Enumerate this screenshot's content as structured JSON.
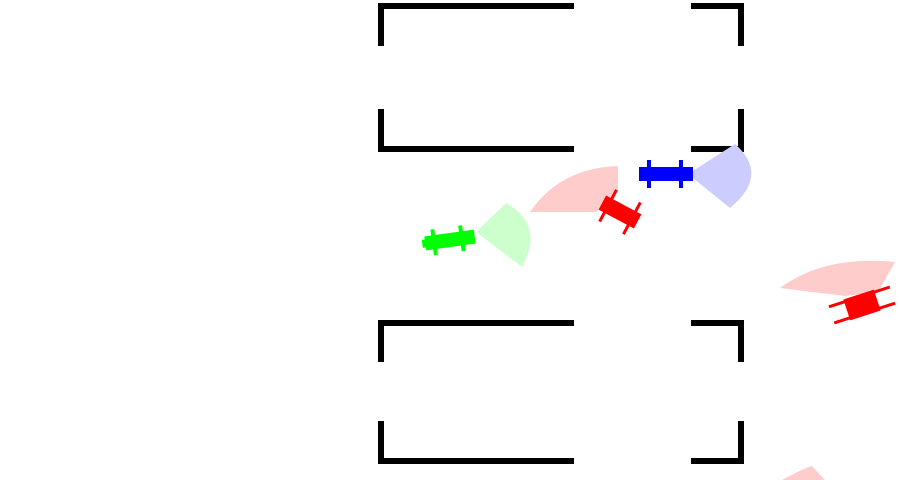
{
  "scene": {
    "background_color": "#ffffff",
    "wall_color": "#000000"
  },
  "vehicles": [
    {
      "id": "green-car",
      "role": "player",
      "color": "#00ff00",
      "sensor_color": "#ccffcc",
      "icon": "car-icon"
    },
    {
      "id": "blue-car",
      "role": "ai",
      "color": "#0000ff",
      "sensor_color": "#ccccff",
      "icon": "car-icon"
    },
    {
      "id": "red-car-1",
      "role": "ai",
      "color": "#ff0000",
      "sensor_color": "#ffcccc",
      "icon": "car-icon"
    },
    {
      "id": "red-car-2",
      "role": "ai",
      "color": "#ff0000",
      "sensor_color": "#ffcccc",
      "icon": "car-icon"
    },
    {
      "id": "red-car-3",
      "role": "ai",
      "color": "#ff0000",
      "sensor_color": "#ffcccc",
      "icon": "car-icon"
    }
  ]
}
